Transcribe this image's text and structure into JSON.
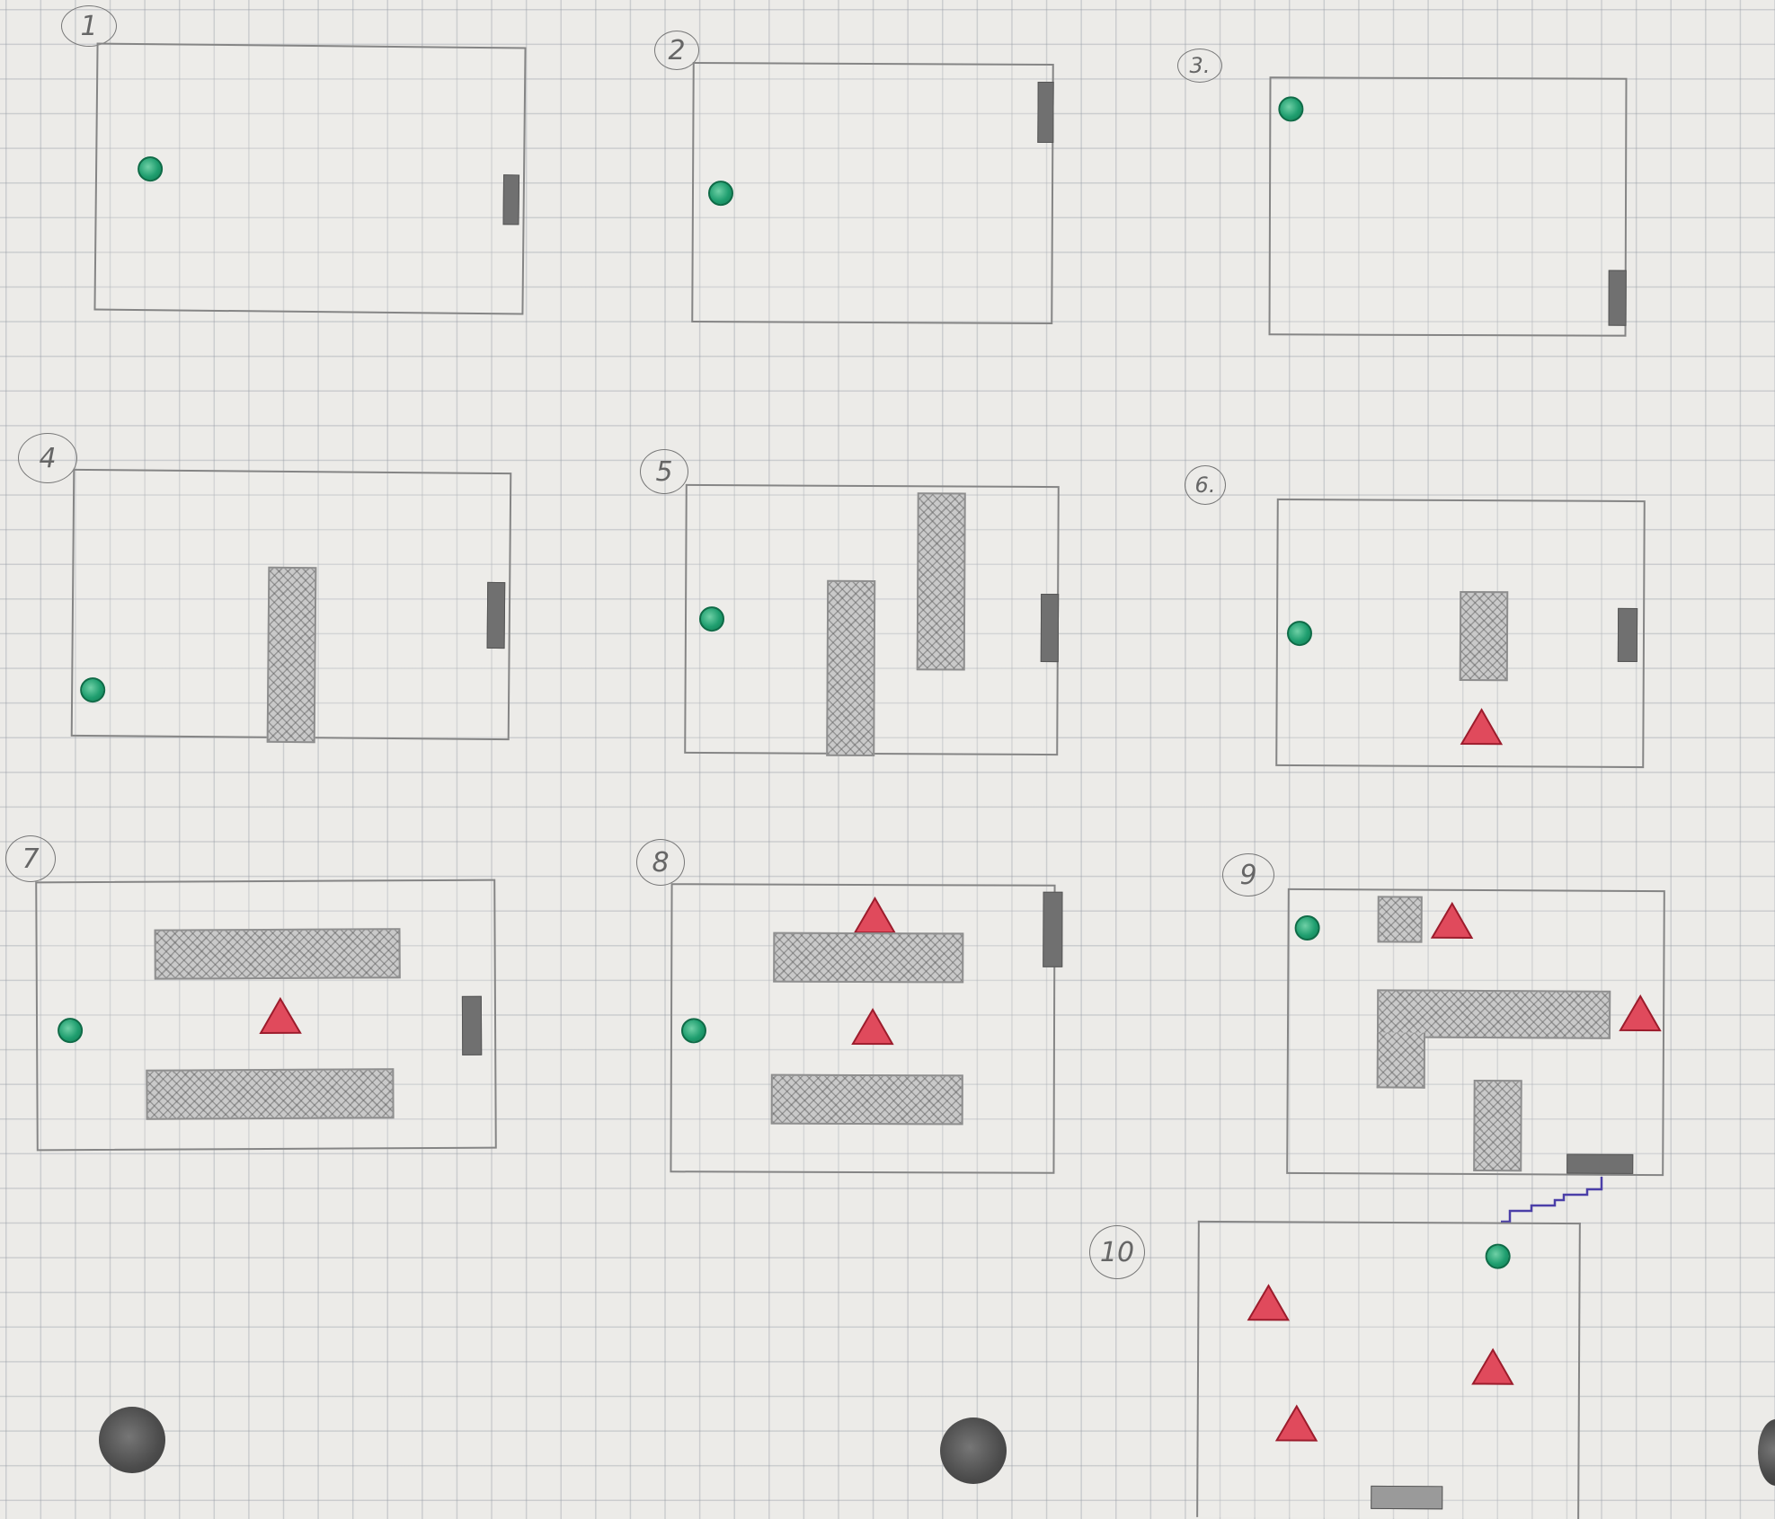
{
  "sheet": {
    "description_labels": {
      "l1": "1",
      "l2": "2",
      "l3": "3.",
      "l4": "4",
      "l5": "5",
      "l6": "6.",
      "l7": "7",
      "l8": "8",
      "l9": "9",
      "l10": "10"
    },
    "legend_icons": {
      "player": "green-circle-player-icon",
      "enemy": "red-triangle-enemy-icon",
      "wall": "hatched-gray-wall-block",
      "exit": "dark-gray-exit-door"
    },
    "colors": {
      "paper": "#ecebe8",
      "grid": "#969ba5",
      "player": "#1f9e6f",
      "enemy": "#e04a5c",
      "wall": "#c9c9c9",
      "exit": "#707070",
      "connector": "#4b3fa8"
    }
  }
}
